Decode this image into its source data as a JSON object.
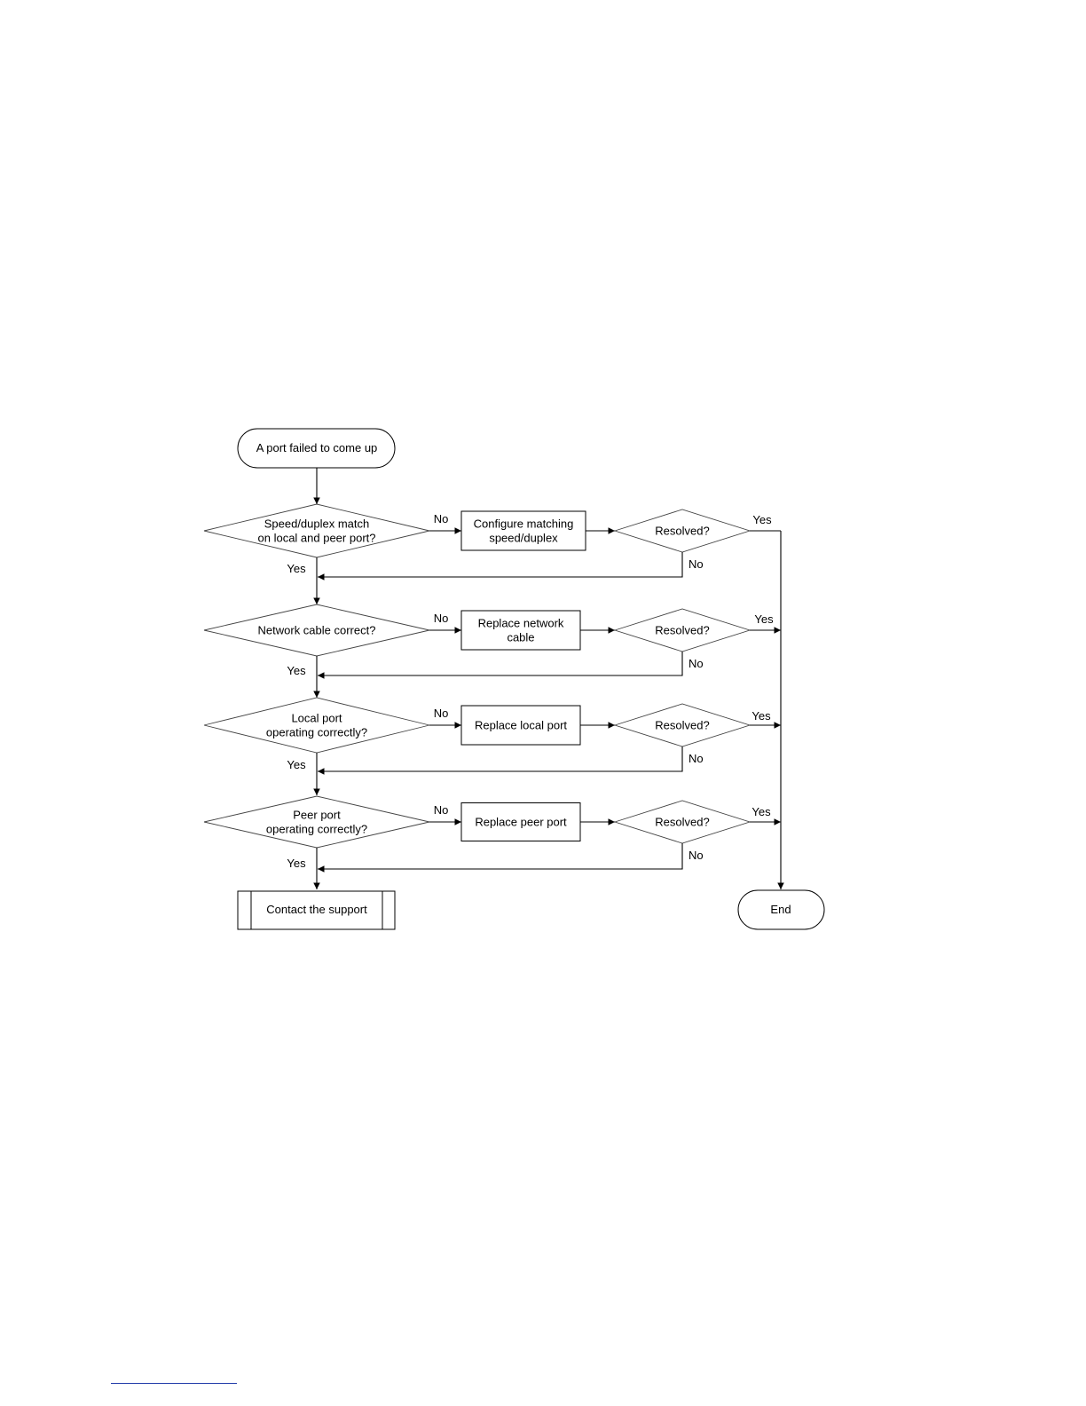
{
  "flowchart": {
    "start": "A port failed to come up",
    "end": "End",
    "support": "Contact the support",
    "checks": [
      {
        "question": [
          "Speed/duplex match",
          "on local and peer port?"
        ],
        "action": [
          "Configure matching",
          "speed/duplex"
        ],
        "resolved": "Resolved?",
        "no_label": "No",
        "yes_label": "Yes",
        "resolved_yes": "Yes",
        "resolved_no": "No"
      },
      {
        "question": [
          "Network cable correct?"
        ],
        "action": [
          "Replace network",
          "cable"
        ],
        "resolved": "Resolved?",
        "no_label": "No",
        "yes_label": "Yes",
        "resolved_yes": "Yes",
        "resolved_no": "No"
      },
      {
        "question": [
          "Local port",
          "operating correctly?"
        ],
        "action": [
          "Replace local port"
        ],
        "resolved": "Resolved?",
        "no_label": "No",
        "yes_label": "Yes",
        "resolved_yes": "Yes",
        "resolved_no": "No"
      },
      {
        "question": [
          "Peer port",
          "operating correctly?"
        ],
        "action": [
          "Replace peer port"
        ],
        "resolved": "Resolved?",
        "no_label": "No",
        "yes_label": "Yes",
        "resolved_yes": "Yes",
        "resolved_no": "No"
      }
    ]
  },
  "colors": {
    "stroke": "#000000",
    "background": "#ffffff",
    "footnote_rule": "#1f3aa8"
  }
}
